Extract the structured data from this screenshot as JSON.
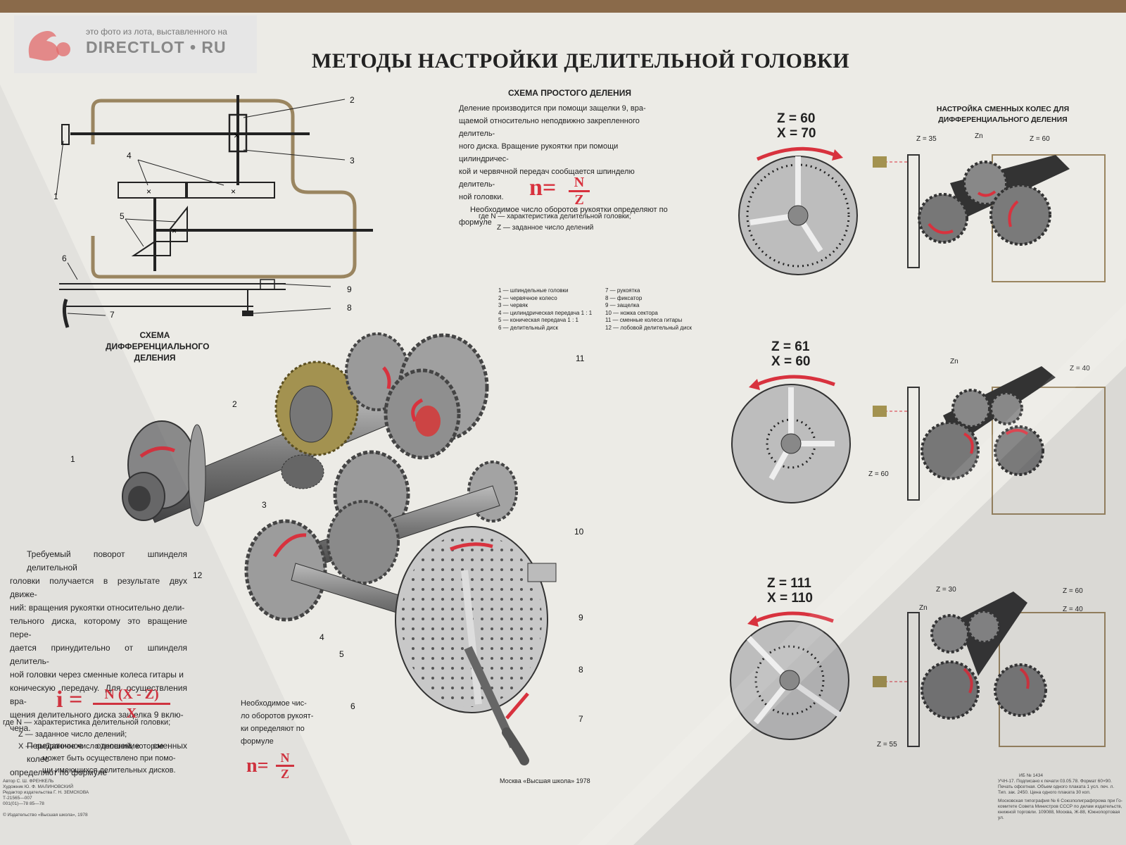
{
  "title": "МЕТОДЫ НАСТРОЙКИ ДЕЛИТЕЛЬНОЙ ГОЛОВКИ",
  "watermark": {
    "caption": "это фото из лота, выставленного на",
    "brand": "DIRECTLOT • RU"
  },
  "simple": {
    "heading": "СХЕМА ПРОСТОГО ДЕЛЕНИЯ",
    "lines": [
      "Деление производится при помощи защелки 9, вра-",
      "щаемой относительно неподвижно закрепленного делитель-",
      "ного диска. Вращение рукоятки при помощи цилиндричес-",
      "кой и червячной передач сообщается шпинделю делитель-",
      "ной головки.",
      "Необходимое число оборотов рукоятки определяют по",
      "формуле"
    ],
    "formula": {
      "lhs": "n",
      "num": "N",
      "den": "Z"
    },
    "where1": "где  N — характеристика делительной головки;",
    "where2": "Z — заданное число делений"
  },
  "diff_scheme_caption": [
    "СХЕМА",
    "ДИФФЕРЕНЦИАЛЬНОГО",
    "ДЕЛЕНИЯ"
  ],
  "legend": {
    "left": [
      "1 — шпиндельные головки",
      "2 — червячное колесо",
      "3 — червяк",
      "4 — цилиндрическая передача 1 : 1",
      "5 — коническая передача 1 : 1",
      "6 — делительный диск"
    ],
    "right": [
      "7 — рукоятка",
      "8 — фиксатор",
      "9 — защелка",
      "10 — ножка сектора",
      "11 — сменные колеса гитары",
      "12 — лобовой делительный диск"
    ]
  },
  "diff_text": {
    "lines": [
      "Требуемый поворот шпинделя делительной",
      "головки получается в результате двух движе-",
      "ний: вращения рукоятки относительно дели-",
      "тельного диска, которому это вращение пере-",
      "дается принудительно от шпинделя делитель-",
      "ной головки через сменные колеса гитары и",
      "коническую передачу. Для осуществления вра-",
      "щения делительного диска защелка 9 вклю-",
      "чена.",
      "Передаточное отношение сменных колес",
      "определяют по формуле"
    ],
    "formula": {
      "lhs": "i",
      "num": "N (X - Z)",
      "den": "X"
    },
    "where": [
      "где  N — характеристика делительной головки;",
      "Z — заданное число делений;",
      "X — выбранное число делений, которое",
      "может быть осуществлено при помо-",
      "щи имеющихся делительных дисков."
    ]
  },
  "turns_text": {
    "lines": [
      "Необходимое чис-",
      "ло оборотов рукоят-",
      "ки  определяют  по",
      "формуле"
    ],
    "formula": {
      "lhs": "n",
      "num": "N",
      "den": "Z"
    }
  },
  "settings_heading": [
    "НАСТРОЙКА СМЕННЫХ КОЛЕС ДЛЯ",
    "ДИФФЕРЕНЦИАЛЬНОГО ДЕЛЕНИЯ"
  ],
  "cases": [
    {
      "z": "Z = 60",
      "x": "X = 70",
      "gears": [
        "Z = 35",
        "Zn",
        "Z = 60"
      ]
    },
    {
      "z": "Z = 61",
      "x": "X = 60",
      "gears": [
        "Zn",
        "Z = 40",
        "Z = 60"
      ]
    },
    {
      "z": "Z = 111",
      "x": "X = 110",
      "gears": [
        "Z = 30",
        "Zn",
        "Z = 60",
        "Z = 40",
        "Z = 55"
      ]
    }
  ],
  "part_numbers": [
    "1",
    "2",
    "3",
    "4",
    "5",
    "6",
    "7",
    "8",
    "9",
    "10",
    "11",
    "12"
  ],
  "publisher": "Москва «Высшая школа» 1978",
  "credits": [
    "Автор С. Ш. ФРЕНКЕЛЬ",
    "Художник Ю. Ф. МАЛИНОВСКИЙ",
    "Редактор издательства Г. Н. ЗЕМСКОВА",
    "Т-21565—007",
    "001(01)—78   85—78",
    "© Издательство «Высшая школа», 1978"
  ],
  "imprint": [
    "ИБ № 1434",
    "УЧН-17.  Подписано к печати 03.05.78.  Формат 60×90.",
    "Печать офсетная. Объем одного плаката 1 усл. печ. л.",
    "Тип. зак. 2450. Цена одного плаката 30 коп.",
    "Московская типография № 6 Союзполиграфпрома при Го-",
    "комитете Совета Министров СССР по делам издательств,",
    "книжной торговли. 109088, Москва, Ж-88, Южнопортовая ул."
  ],
  "colors": {
    "accent": "#d8323e",
    "frame": "#9a8560",
    "gear": "#8f8f8f",
    "brass": "#a39250"
  }
}
